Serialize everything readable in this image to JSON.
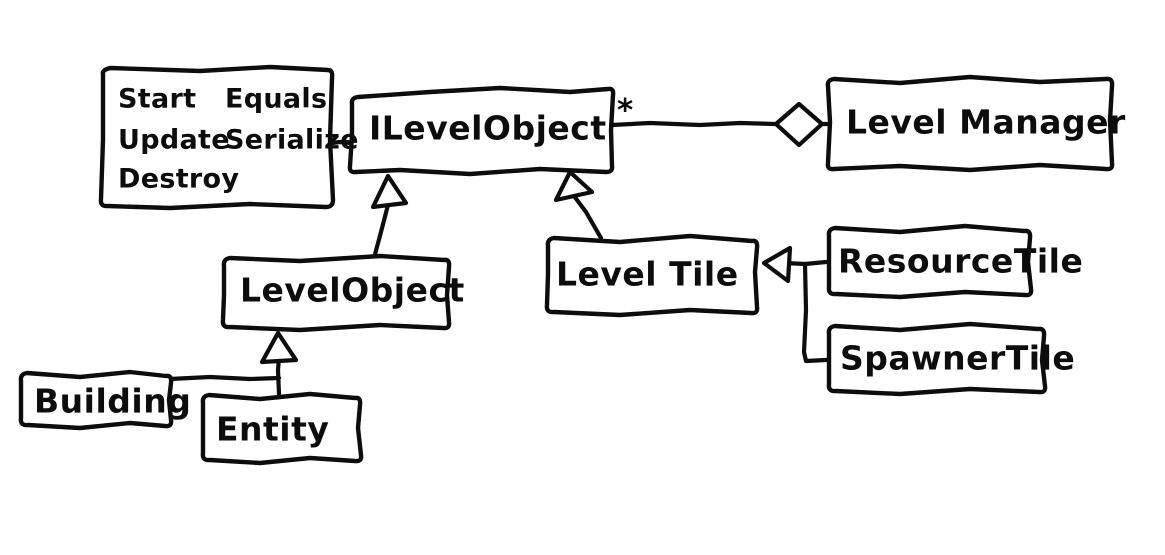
{
  "diagram": {
    "title": "Level system UML class diagram",
    "style": "hand-drawn sketch",
    "stroke_color": "#0d0d0d",
    "background_color": "#ffffff",
    "nodes": [
      {
        "id": "methods",
        "kind": "method-list-box",
        "label": "",
        "methods_col1": [
          "Start",
          "Update",
          "Destroy"
        ],
        "methods_col2": [
          "Equals",
          "Serialize"
        ]
      },
      {
        "id": "ilevelobject",
        "kind": "interface-box",
        "label": "ILevelObject"
      },
      {
        "id": "levelmanager",
        "kind": "class-box",
        "label": "Level Manager"
      },
      {
        "id": "levelobject",
        "kind": "class-box",
        "label": "LevelObject"
      },
      {
        "id": "leveltile",
        "kind": "class-box",
        "label": "Level Tile"
      },
      {
        "id": "resourcetile",
        "kind": "class-box",
        "label": "ResourceTile"
      },
      {
        "id": "spawnertile",
        "kind": "class-box",
        "label": "SpawnerTile"
      },
      {
        "id": "building",
        "kind": "class-box",
        "label": "Building"
      },
      {
        "id": "entity",
        "kind": "class-box",
        "label": "Entity"
      }
    ],
    "multiplicity": "*",
    "edges": [
      {
        "from": "methods",
        "to": "ilevelobject",
        "type": "association"
      },
      {
        "from": "ilevelobject",
        "to": "levelmanager",
        "type": "aggregation",
        "multiplicity": "*"
      },
      {
        "from": "levelobject",
        "to": "ilevelobject",
        "type": "inheritance"
      },
      {
        "from": "leveltile",
        "to": "ilevelobject",
        "type": "inheritance"
      },
      {
        "from": "entity",
        "to": "levelobject",
        "type": "inheritance"
      },
      {
        "from": "building",
        "to": "levelobject",
        "type": "inheritance"
      },
      {
        "from": "resourcetile",
        "to": "leveltile",
        "type": "inheritance"
      },
      {
        "from": "spawnertile",
        "to": "leveltile",
        "type": "inheritance"
      }
    ]
  }
}
